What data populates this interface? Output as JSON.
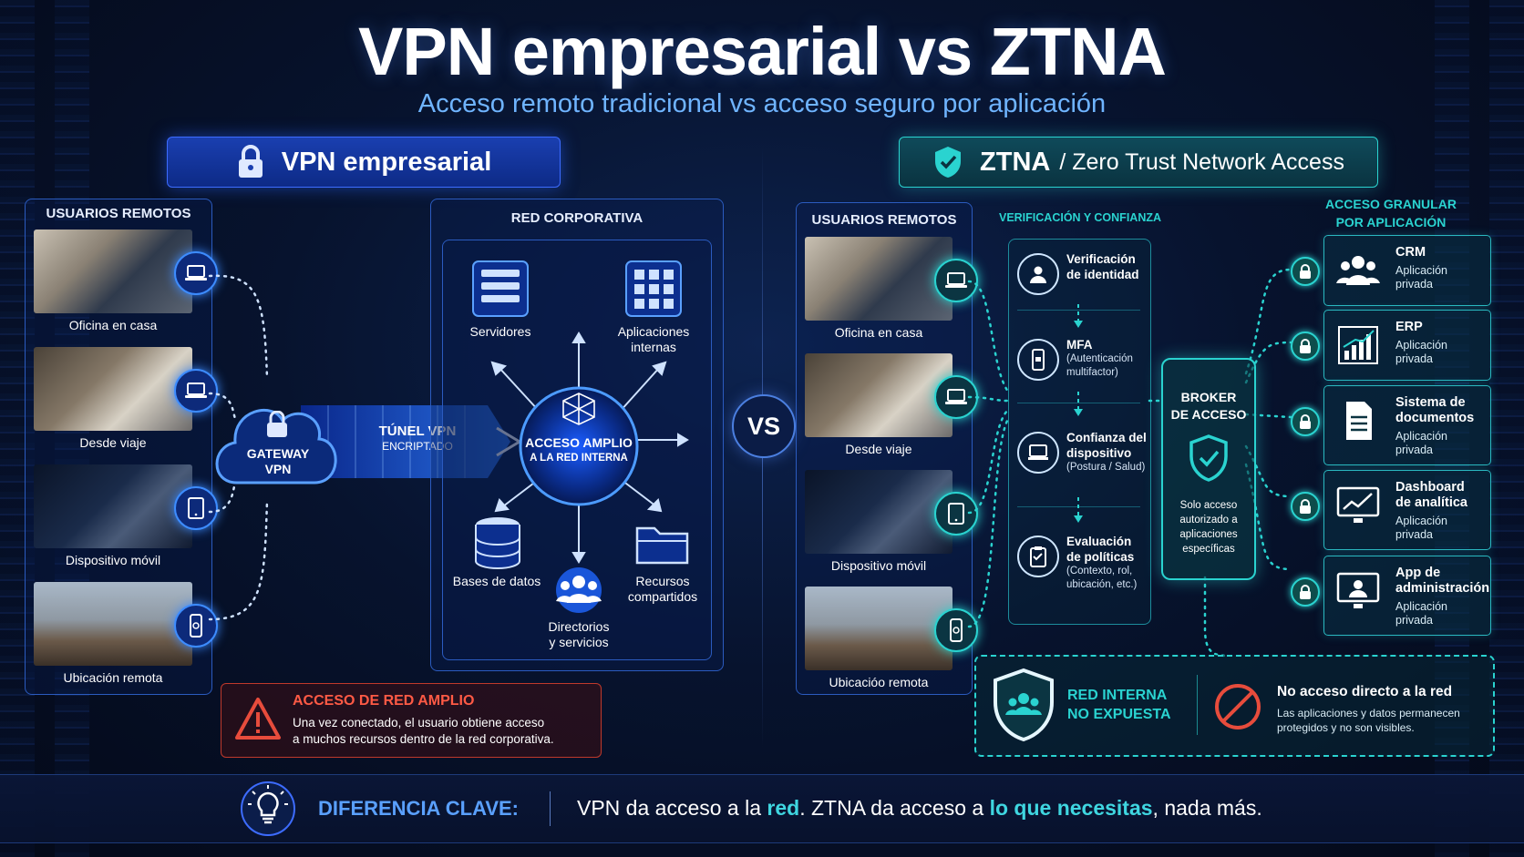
{
  "title": "VPN empresarial vs ZTNA",
  "subtitle": "Acceso remoto tradicional vs acceso seguro por aplicación",
  "vpn": {
    "header": "VPN empresarial",
    "users_title": "USUARIOS REMOTOS",
    "users": [
      "Oficina en casa",
      "Desde viaje",
      "Dispositivo móvil",
      "Ubicación remota"
    ],
    "gateway": [
      "GATEWAY",
      "VPN"
    ],
    "tunnel": [
      "TÚNEL VPN",
      "ENCRIPTADO"
    ],
    "network_title": "RED CORPORATIVA",
    "center": [
      "ACCESO AMPLIO",
      "A LA RED INTERNA"
    ],
    "resources": {
      "servers": "Servidores",
      "apps": [
        "Aplicaciones",
        "internas"
      ],
      "db": "Bases de datos",
      "dirs": [
        "Directorios",
        "y servicios"
      ],
      "shared": [
        "Recursos",
        "compartidos"
      ]
    },
    "warning_title": "ACCESO DE RED AMPLIO",
    "warning_text": [
      "Una vez conectado, el usuario obtiene acceso",
      "a muchos recursos dentro de la red corporativa."
    ]
  },
  "vs": "VS",
  "ztna": {
    "header_bold": "ZTNA",
    "header_rest": "/ Zero Trust Network Access",
    "users_title": "USUARIOS REMOTOS",
    "users": [
      "Oficina en casa",
      "Desde viaje",
      "Dispositivo móvil",
      "Ubicacióo remota"
    ],
    "verify_title": "VERIFICACIÓN Y CONFIANZA",
    "steps": [
      {
        "title": [
          "Verificación",
          "de identidad"
        ],
        "sub": []
      },
      {
        "title": [
          "MFA"
        ],
        "sub": [
          "(Autenticación",
          "multifactor)"
        ]
      },
      {
        "title": [
          "Confianza del",
          "dispositivo"
        ],
        "sub": [
          "(Postura / Salud)"
        ]
      },
      {
        "title": [
          "Evaluación",
          "de políticas"
        ],
        "sub": [
          "(Contexto, rol,",
          "ubicación, etc.)"
        ]
      }
    ],
    "broker_title": [
      "BROKER",
      "DE ACCESO"
    ],
    "broker_text": [
      "Solo acceso",
      "autorizado a",
      "aplicaciones",
      "específicas"
    ],
    "apps_title": [
      "ACCESO GRANULAR",
      "POR APLICACIÓN"
    ],
    "apps": [
      {
        "name": [
          "CRM"
        ],
        "sub": [
          "Aplicación",
          "privada"
        ],
        "icon": "users-icon"
      },
      {
        "name": [
          "ERP"
        ],
        "sub": [
          "Aplicación",
          "privada"
        ],
        "icon": "bar-chart-icon"
      },
      {
        "name": [
          "Sistema de",
          "documentos"
        ],
        "sub": [
          "Aplicación",
          "privada"
        ],
        "icon": "document-icon"
      },
      {
        "name": [
          "Dashboard",
          "de analítica"
        ],
        "sub": [
          "Aplicación",
          "privada"
        ],
        "icon": "line-chart-icon"
      },
      {
        "name": [
          "App de",
          "administración"
        ],
        "sub": [
          "Aplicación",
          "privada"
        ],
        "icon": "admin-monitor-icon"
      }
    ],
    "net_hidden": [
      "RED INTERNA",
      "NO EXPUESTA"
    ],
    "no_access_title": "No acceso directo a la red",
    "no_access_text": [
      "Las aplicaciones y datos permanecen",
      "protegidos y no son visibles."
    ]
  },
  "bottom": {
    "label": "DIFERENCIA CLAVE:",
    "p1": "VPN da acceso a la ",
    "h1": "red",
    "p2": ". ZTNA da acceso a ",
    "h2": "lo que necesitas",
    "p3": ", nada más."
  },
  "colors": {
    "vpn_accent": "#3d8cff",
    "ztna_accent": "#2ad3d0",
    "warning": "#e74c3c",
    "highlight": "#3fd6e0"
  }
}
